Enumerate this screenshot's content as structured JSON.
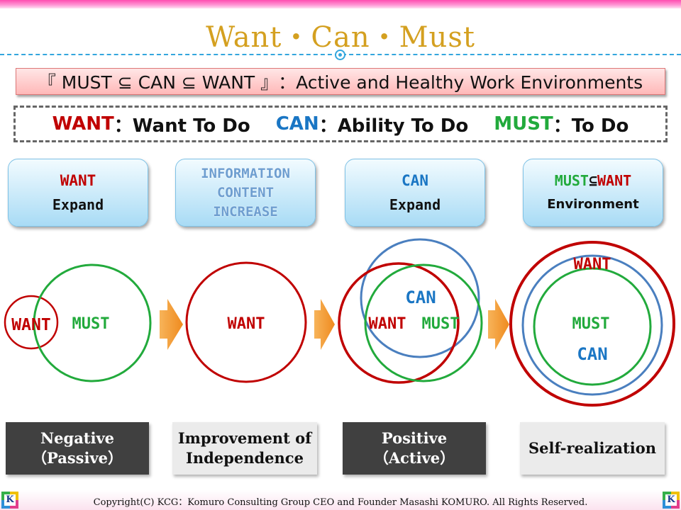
{
  "title": "Want・Can・Must",
  "banner": {
    "formula": "『 MUST ⊆ CAN ⊆ WANT 』",
    "subtitle": "：Active and Healthy Work Environments"
  },
  "definitions": {
    "want_term": "WANT",
    "want_desc": "：Want  To Do",
    "can_term": "CAN",
    "can_desc": "：Ability  To Do",
    "must_term": "MUST",
    "must_desc": "：To Do"
  },
  "cards": {
    "want_expand": {
      "line1": "WANT",
      "line2": "Expand"
    },
    "info_increase": {
      "line1": "INFORMATION",
      "line2": "CONTENT",
      "line3": "INCREASE"
    },
    "can_expand": {
      "line1": "CAN",
      "line2": "Expand"
    },
    "environment": {
      "must": "MUST",
      "subset": "⊆",
      "want": "WANT",
      "line2": "Environment"
    }
  },
  "diagram": {
    "stage1": {
      "want": "WANT",
      "must": "MUST"
    },
    "stage2": {
      "want": "WANT"
    },
    "stage3": {
      "can": "CAN",
      "want": "WANT",
      "must": "MUST"
    },
    "stage4": {
      "want": "WANT",
      "must": "MUST",
      "can": "CAN"
    }
  },
  "stage_labels": {
    "negative": {
      "line1": "Negative",
      "line2": "（Passive）"
    },
    "independence": {
      "line1": "Improvement of",
      "line2": "Independence"
    },
    "positive": {
      "line1": "Positive",
      "line2": "（Active）"
    },
    "self": {
      "line1": "Self-realization"
    }
  },
  "footer": "Copyright(C)  KCG：Komuro Consulting Group   CEO and Founder  Masashi KOMURO. All Rights Reserved.",
  "logo_letter": "K",
  "colors": {
    "want": "#c00000",
    "can": "#1a76c4",
    "must": "#22aa3c",
    "title": "#d4a020",
    "arrow": "#f39a2c"
  },
  "icons": [
    "right-arrow-icon",
    "k-logo-icon"
  ]
}
